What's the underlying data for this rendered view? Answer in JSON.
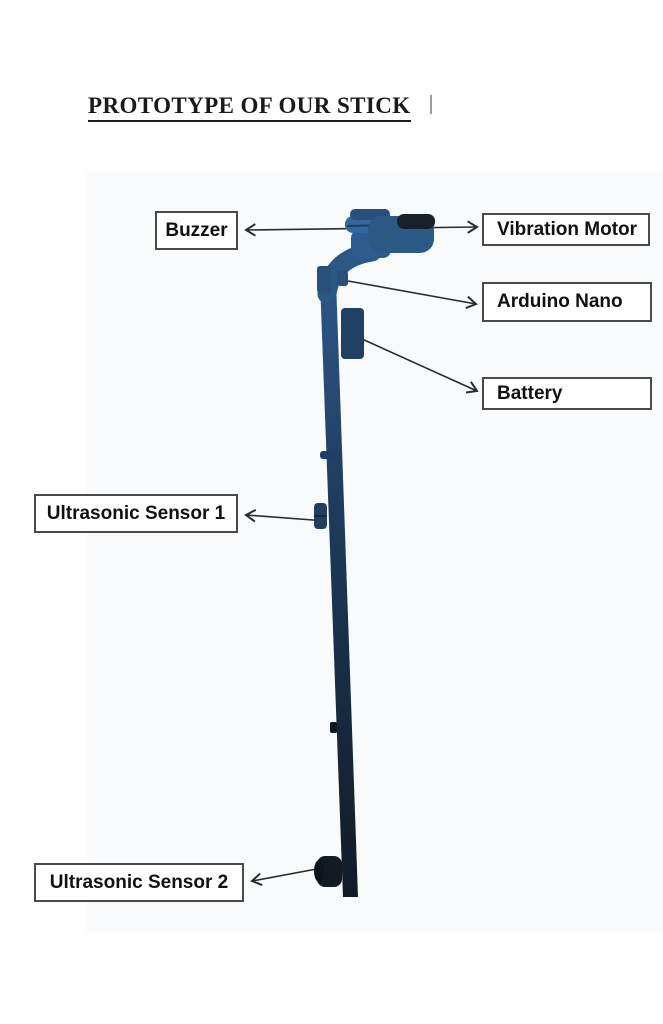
{
  "page": {
    "background": "#ffffff",
    "title": "PROTOTYPE OF OUR STICK",
    "title_color": "#1a1a1a"
  },
  "figure": {
    "type": "labeled-photo-diagram",
    "subject": "smart walking stick prototype photo",
    "photo_bg": "#f8fafb",
    "annotation": {
      "line_color": "#2b2b2b",
      "box_bg": "#ffffff",
      "box_border": "#4a4a4a",
      "text_color": "#111111"
    },
    "labels": [
      {
        "id": "buzzer",
        "text": "Buzzer"
      },
      {
        "id": "vibration-motor",
        "text": "Vibration Motor"
      },
      {
        "id": "arduino-nano",
        "text": "Arduino Nano"
      },
      {
        "id": "battery",
        "text": "Battery"
      },
      {
        "id": "ultrasonic-sensor-1",
        "text": "Ultrasonic Sensor 1"
      },
      {
        "id": "ultrasonic-sensor-2",
        "text": "Ultrasonic Sensor 2"
      }
    ],
    "stick": {
      "grip_color": "#2c5886",
      "grip_dark_color": "#1a2029",
      "collar_color": "#2e5c8e",
      "collar_light_color": "#35679c",
      "shaft_top_color": "#2d5787",
      "shaft_mid_color": "#1d3a59",
      "shaft_bottom_color": "#121a25",
      "battery_color": "#204064",
      "component_color": "#2a4f7a",
      "joint_color": "#1f4066",
      "sensor1_color": "#21405f",
      "sensor2_color": "#131a23"
    }
  }
}
